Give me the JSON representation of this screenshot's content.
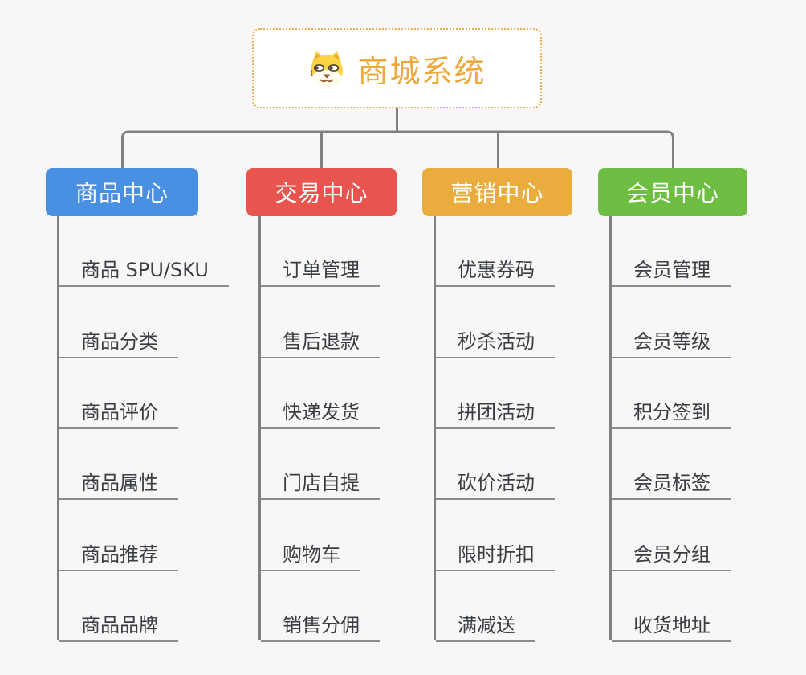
{
  "root": {
    "title": "商城系统",
    "icon": "dog-face-icon"
  },
  "branches": [
    {
      "label": "商品中心",
      "color": "#4a90e2",
      "children": [
        "商品 SPU/SKU",
        "商品分类",
        "商品评价",
        "商品属性",
        "商品推荐",
        "商品品牌"
      ]
    },
    {
      "label": "交易中心",
      "color": "#e8554f",
      "children": [
        "订单管理",
        "售后退款",
        "快递发货",
        "门店自提",
        "购物车",
        "销售分佣"
      ]
    },
    {
      "label": "营销中心",
      "color": "#eaad3d",
      "children": [
        "优惠券码",
        "秒杀活动",
        "拼团活动",
        "砍价活动",
        "限时折扣",
        "满减送"
      ]
    },
    {
      "label": "会员中心",
      "color": "#6dbe43",
      "children": [
        "会员管理",
        "会员等级",
        "积分签到",
        "会员标签",
        "会员分组",
        "收货地址"
      ]
    }
  ],
  "colors": {
    "background": "#f7f7f7",
    "connector_line": "#818181",
    "leaf_underline": "#8c8c8c",
    "leaf_text": "#3a3d41",
    "root_text": "#eda93c",
    "root_border": "#f0ab4e",
    "node_text": "#ffffff"
  }
}
